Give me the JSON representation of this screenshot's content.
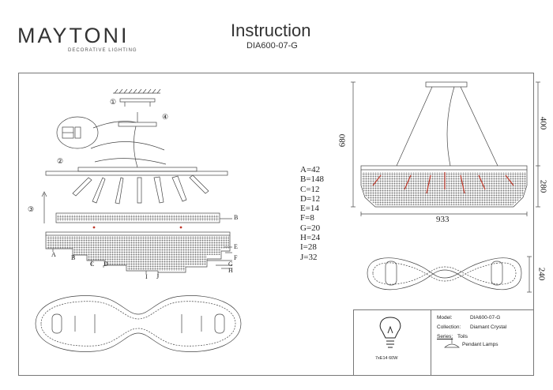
{
  "header": {
    "brand": "MAYTONI",
    "brand_sub": "DECORATIVE LIGHTING",
    "title": "Instruction",
    "model": "DIA600-07-G"
  },
  "legend": [
    "A=42",
    "B=148",
    "C=12",
    "D=12",
    "E=14",
    "F=8",
    "G=20",
    "H=24",
    "I=28",
    "J=32"
  ],
  "steps": [
    "1",
    "2",
    "3",
    "4"
  ],
  "part_labels": {
    "side": [
      "A",
      "B",
      "C",
      "D",
      "E",
      "F",
      "G",
      "H",
      "I",
      "J"
    ],
    "bar_b": "B"
  },
  "dimensions": {
    "total_height": "680",
    "cable": "400",
    "body": "280",
    "width": "933",
    "depth": "240"
  },
  "info": {
    "model_label": "Model:",
    "model_value": "DIA600-07-G",
    "collection_label": "Collection:",
    "collection_value": "Diamant Crystal",
    "series_label": "Series:",
    "series_value": "Toils",
    "type_value": "Pendant Lamps",
    "spec": "7xE14 60W"
  },
  "colors": {
    "line": "#444444",
    "accent": "#c0392b"
  }
}
